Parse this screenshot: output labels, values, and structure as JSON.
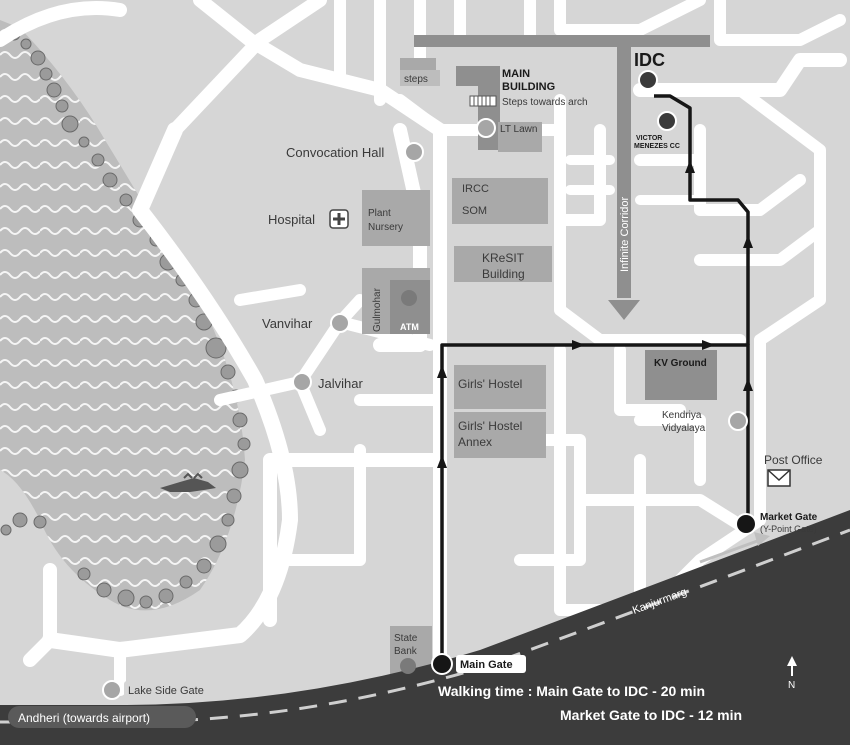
{
  "map": {
    "labels": {
      "idc": "IDC",
      "main_building_1": "MAIN",
      "main_building_2": "BUILDING",
      "steps": "steps",
      "steps_arch": "Steps towards arch",
      "lt_lawn": "LT Lawn",
      "victor": "VICTOR",
      "menezes": "MENEZES CC",
      "convocation_hall": "Convocation Hall",
      "ircc": "IRCC",
      "som": "SOM",
      "hospital": "Hospital",
      "plant_nursery_1": "Plant",
      "plant_nursery_2": "Nursery",
      "kresit_1": "KReSIT",
      "kresit_2": "Building",
      "infinite_corridor": "Infinite Corridor",
      "gulmohar": "Gulmohar",
      "atm": "ATM",
      "vanvihar": "Vanvihar",
      "jalvihar": "Jalvihar",
      "girls_hostel": "Girls' Hostel",
      "girls_hostel_annex_1": "Girls' Hostel",
      "girls_hostel_annex_2": "Annex",
      "kv_ground": "KV Ground",
      "kendriya_1": "Kendriya",
      "kendriya_2": "Vidyalaya",
      "post_office": "Post Office",
      "market_gate": "Market Gate",
      "market_gate_sub": "(Y-Point Gate)",
      "kanjurmarg": "Kanjurmarg",
      "state_bank_1": "State",
      "state_bank_2": "Bank",
      "main_gate": "Main Gate",
      "lake_side_gate": "Lake Side Gate",
      "andheri": "Andheri (towards airport)",
      "north": "N"
    },
    "walking": {
      "line1": "Walking time : Main Gate to IDC - 20 min",
      "line2": "Market Gate to IDC - 12 min"
    },
    "icons": [
      "hospital-cross-icon",
      "post-office-envelope-icon",
      "north-arrow-icon",
      "crocodile-icon"
    ],
    "colors": {
      "background": "#d6d6d6",
      "road": "#ffffff",
      "lake": "#bdbdbd",
      "route": "#161616",
      "highway": "#3c3c3c",
      "building_dark": "#8f8f8f",
      "building_light": "#a9a9a9"
    }
  }
}
